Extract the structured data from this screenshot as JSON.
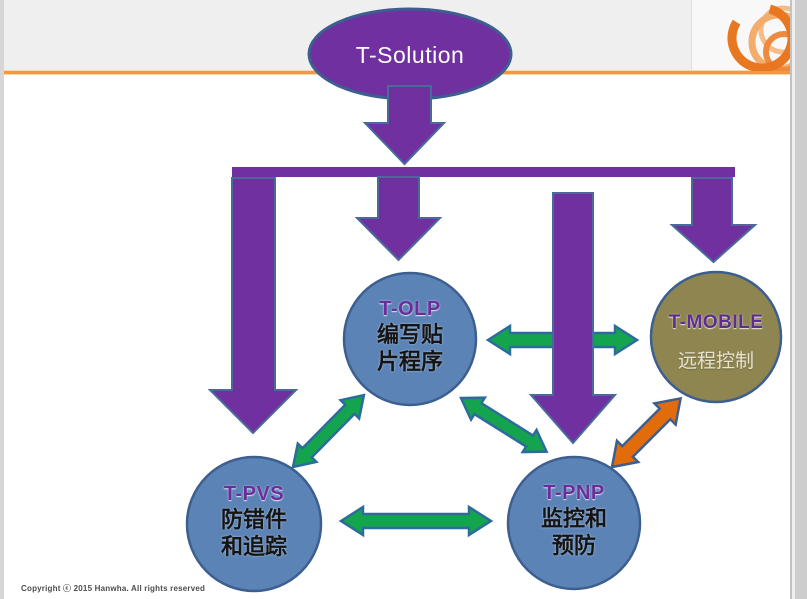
{
  "slide": {
    "root_title": "T-Solution",
    "copyright": "Copyright ⓒ 2015 Hanwha. All rights reserved"
  },
  "nodes": {
    "t_olp": {
      "title": "T-OLP",
      "line1": "编写贴",
      "line2": "片程序"
    },
    "t_mobile": {
      "title": "T-MOBILE",
      "line1": "远程控制"
    },
    "t_pvs": {
      "title": "T-PVS",
      "line1": "防错件",
      "line2": "和追踪"
    },
    "t_pnp": {
      "title": "T-PNP",
      "line1": "监控和",
      "line2": "预防"
    }
  },
  "edges": [
    {
      "from": "T-Solution",
      "to": "hub-bar",
      "style": "purple-arrow"
    },
    {
      "from": "hub-bar",
      "to": "T-PVS",
      "style": "purple-arrow"
    },
    {
      "from": "hub-bar",
      "to": "T-OLP",
      "style": "purple-arrow"
    },
    {
      "from": "hub-bar",
      "to": "T-PNP",
      "style": "purple-arrow"
    },
    {
      "from": "hub-bar",
      "to": "T-MOBILE",
      "style": "purple-arrow"
    },
    {
      "from": "T-OLP",
      "to": "T-MOBILE",
      "style": "green-double-arrow"
    },
    {
      "from": "T-OLP",
      "to": "T-PVS",
      "style": "green-double-arrow"
    },
    {
      "from": "T-OLP",
      "to": "T-PNP",
      "style": "green-double-arrow"
    },
    {
      "from": "T-PVS",
      "to": "T-PNP",
      "style": "green-double-arrow"
    },
    {
      "from": "T-PNP",
      "to": "T-MOBILE",
      "style": "orange-double-arrow"
    }
  ],
  "colors": {
    "purple": "#7030a0",
    "green": "#13a44d",
    "orange_arrow": "#e36c0a",
    "node_blue": "#5b83b6",
    "node_olive": "#8e8550",
    "shape_outline": "#3d5f90",
    "accent_rule": "#ef9a3d",
    "header_band": "#efefef",
    "title_purple": "#6b2d9c"
  }
}
